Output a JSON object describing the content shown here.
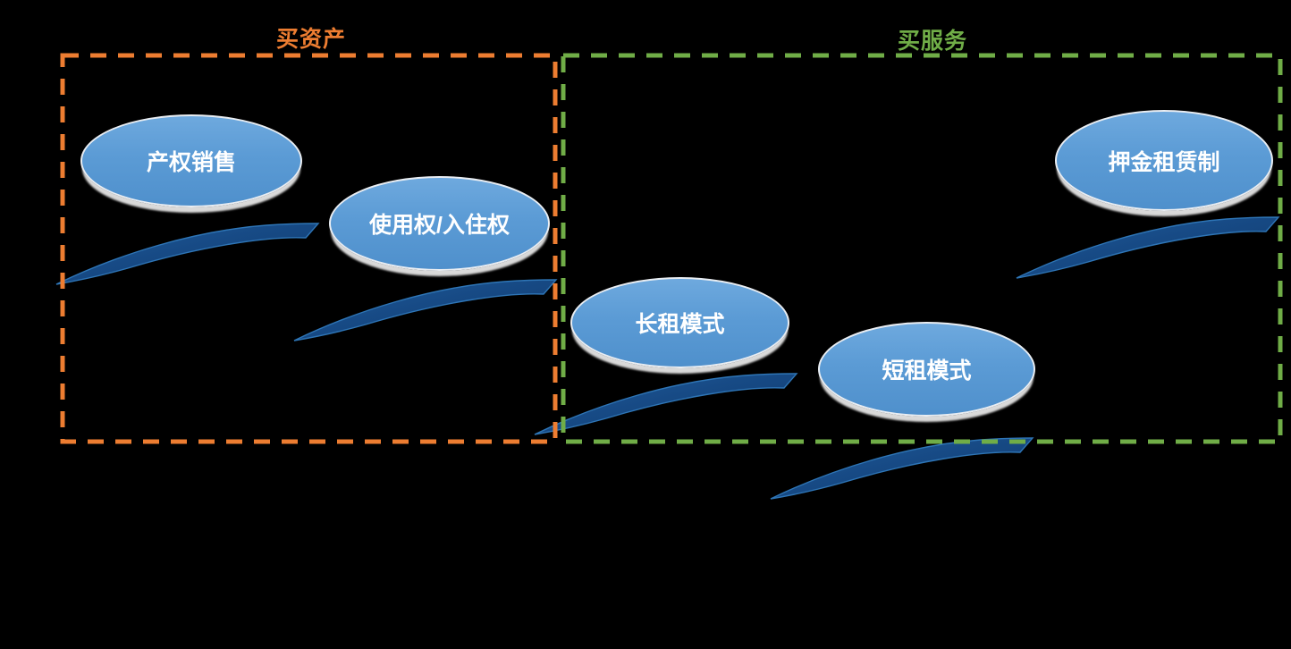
{
  "groups": [
    {
      "label": "买资产",
      "color": "#ED7D31"
    },
    {
      "label": "买服务",
      "color": "#70AD47"
    }
  ],
  "nodes": [
    {
      "label": "产权销售",
      "group": "买资产"
    },
    {
      "label": "使用权/入住权",
      "group": "买资产"
    },
    {
      "label": "长租模式",
      "group": "买服务"
    },
    {
      "label": "短租模式",
      "group": "买服务"
    },
    {
      "label": "押金租赁制",
      "group": "买服务"
    }
  ],
  "colors": {
    "background": "#000000",
    "asset-border": "#ED7D31",
    "service-border": "#70AD47",
    "node-fill": "#5B9BD5",
    "node-text": "#FFFFFF",
    "arc-fill": "#123F76",
    "arc-highlight": "#2E75B6"
  }
}
